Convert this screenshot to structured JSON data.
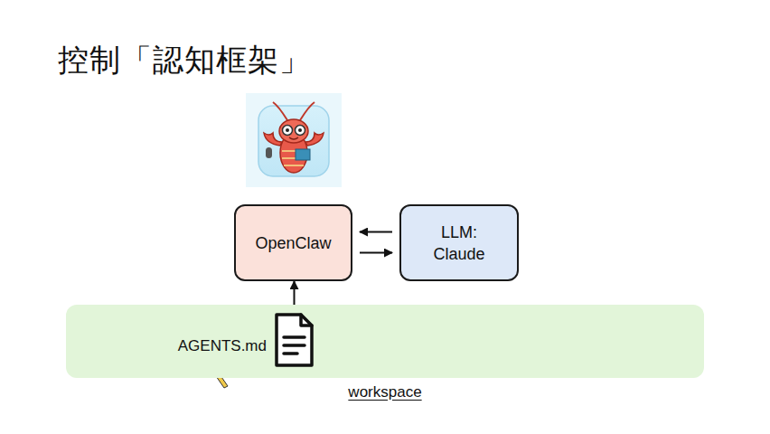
{
  "diagram": {
    "title": "控制「認知框架」",
    "nodes": [
      {
        "text": [
          "OpenClaw"
        ]
      },
      {
        "text": [
          "LLM: Claude"
        ]
      },
      {
        "text": [
          "workspace"
        ]
      },
      {
        "text": [
          "AGENTS.md"
        ],
        "in": 2
      }
    ],
    "edges": [
      {
        "from": 1,
        "to": 0,
        "arrow": "to"
      },
      {
        "from": 0,
        "to": 1,
        "arrow": "to"
      },
      {
        "from": 3,
        "to": 0,
        "arrow": "to"
      }
    ]
  }
}
